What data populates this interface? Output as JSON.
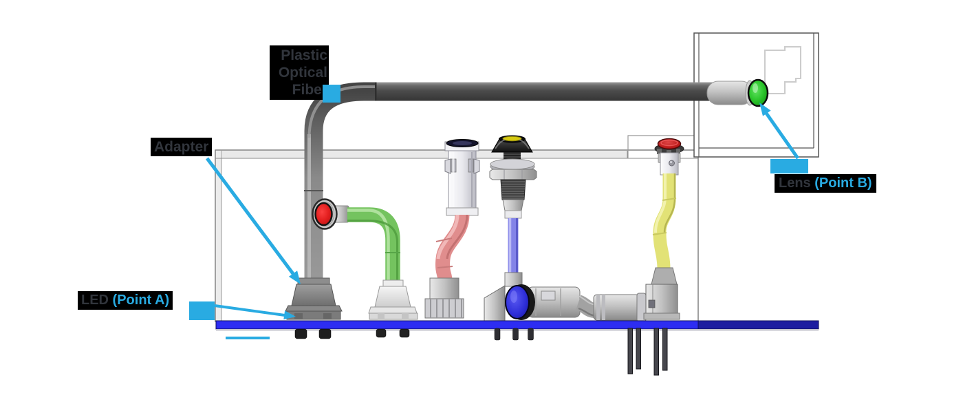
{
  "labels": {
    "plastic_optical_fiber": {
      "lines": [
        "Plastic",
        "Optical",
        "Fiber"
      ]
    },
    "adapter": "Adapter",
    "led": {
      "name": "LED",
      "point": " (Point A)"
    },
    "lens": {
      "name": "Lens",
      "point": " (Point B)"
    }
  },
  "colors": {
    "accent_blue": "#29ABE2",
    "label_bg": "#000000",
    "label_text": "#31353C",
    "pcb_blue": "#2D2DF2",
    "pcb_dark_blue": "#1D1DA0",
    "fiber_dark_gray": "#4D4D4D",
    "fiber_light_gray": "#8F8F8F",
    "led_red_dome": "#E31F1F",
    "lens_green_dome": "#2EC72E",
    "pipe_green": "#74C35F",
    "pipe_salmon": "#E08D8D",
    "pipe_blue": "#8383E8",
    "pipe_yellow": "#E2E276",
    "dome_blue": "#2D2DD8",
    "indicator_red_dome": "#BB1A1A",
    "indicator_yellow_cap": "#D6CA12"
  },
  "parts": [
    "plastic-optical-fiber",
    "fiber-adapter",
    "red-led",
    "green-light-pipe",
    "white-panel-indicator",
    "red-light-pipe",
    "black-panel-indicator",
    "blue-light-pipe",
    "right-angle-light-pipe",
    "red-panel-indicator",
    "yellow-light-pipe",
    "pcb-board",
    "lens-assembly",
    "panel-cutout"
  ]
}
